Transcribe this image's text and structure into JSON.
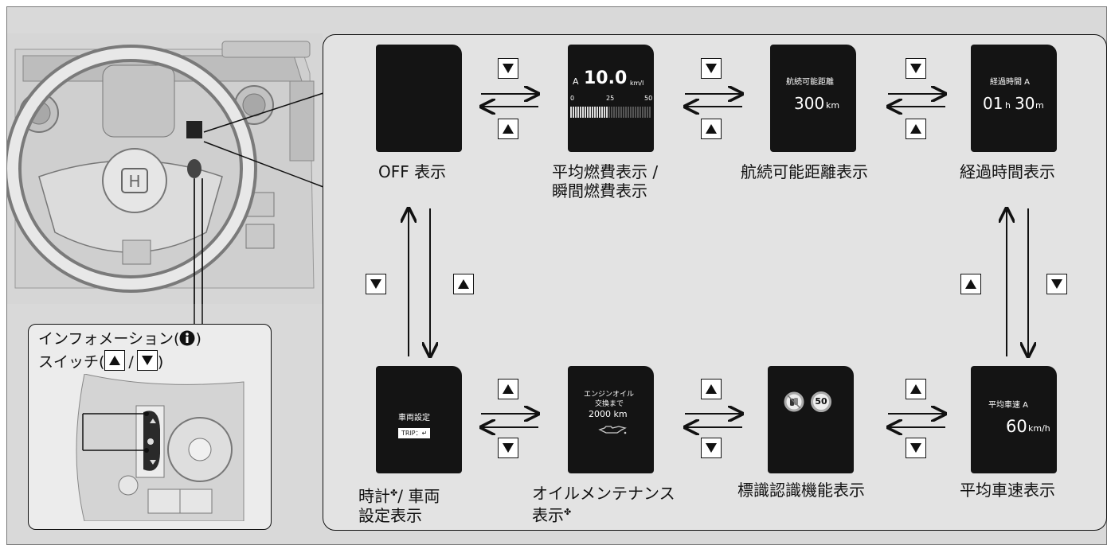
{
  "info_switch": {
    "line1": "インフォメーション(",
    "line1_icon": "info-icon",
    "line1_end": ")",
    "line2_prefix": "スイッチ(",
    "line2_sep": "/",
    "line2_end": ")"
  },
  "buttons": {
    "up_icon": "up-triangle-icon",
    "down_icon": "down-triangle-icon"
  },
  "screens": {
    "off": {
      "label": "OFF 表示"
    },
    "fuel": {
      "label_line1": "平均燃費表示 /",
      "label_line2": "瞬間燃費表示",
      "prefix": "A",
      "value": "10.0",
      "unit": "km/l",
      "scale": [
        "0",
        "25",
        "50"
      ]
    },
    "range": {
      "label": "航続可能距離表示",
      "title": "航続可能距離",
      "value": "300",
      "unit": "km"
    },
    "elapsed": {
      "label": "経過時間表示",
      "title": "経過時間 A",
      "hours": "01",
      "h_unit": "h",
      "minutes": "30",
      "m_unit": "m"
    },
    "clock": {
      "label_line1": "時計",
      "label_line1_rest": "/ 車両",
      "label_line2": "設定表示",
      "title": "車両設定",
      "trip_badge": "TRIP：↵"
    },
    "oil": {
      "label_line1": "オイルメンテナンス",
      "label_line2": "表示",
      "line1": "エンジンオイル",
      "line2": "交換まで",
      "line3": "2000 km"
    },
    "sign": {
      "label": "標識認識機能表示",
      "speed_sign": "50"
    },
    "avg_speed": {
      "label": "平均車速表示",
      "title": "平均車速 A",
      "value": "60",
      "unit": "km/h"
    }
  },
  "footnote_mark": "✤",
  "colors": {
    "panel": "#e3e3e3",
    "frame": "#d9d9d9",
    "screen": "#141414",
    "speed_red": "#c8102e"
  }
}
